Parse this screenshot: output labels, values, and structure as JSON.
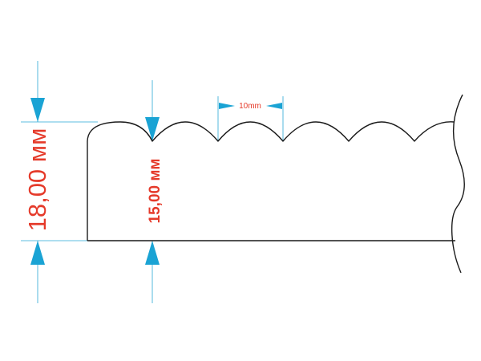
{
  "dimensions": {
    "outer_height_label": "18,00 мм",
    "inner_height_label": "15,00 мм",
    "scallop_width_label": "10mm"
  },
  "colors": {
    "outline": "#1a1a1a",
    "dimension_line": "#29a8d6",
    "arrow": "#1aa3d4",
    "label_text": "#e53a2a"
  }
}
